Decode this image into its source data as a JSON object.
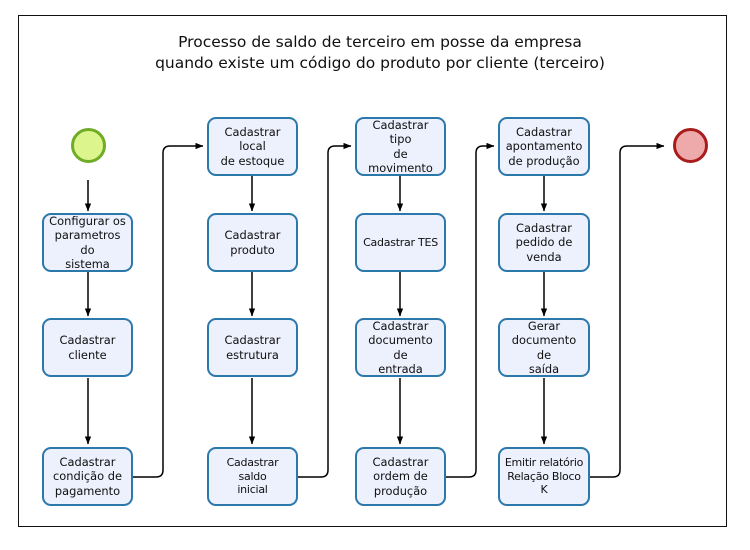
{
  "diagram": {
    "title": "Processo de saldo de terceiro em posse da empresa\nquando existe um código do produto por cliente (terceiro)",
    "type": "flowchart",
    "colors": {
      "node_fill": "#edf0fd",
      "node_border": "#2b78ab",
      "start_fill": "#dcf58c",
      "start_border": "#6fad27",
      "end_fill": "#eeaaaa",
      "end_border": "#a81c1c",
      "edge": "#000000",
      "frame": "#111111"
    },
    "start_node": {
      "label": "",
      "name": "start-event"
    },
    "end_node": {
      "label": "",
      "name": "end-event"
    },
    "columns": [
      {
        "name": "column-1",
        "nodes": [
          {
            "id": "configurar-parametros",
            "label": "Configurar os\nparametros do\nsistema"
          },
          {
            "id": "cadastrar-cliente",
            "label": "Cadastrar\ncliente"
          },
          {
            "id": "cadastrar-condicao-pagamento",
            "label": "Cadastrar\ncondição de\npagamento"
          }
        ]
      },
      {
        "name": "column-2",
        "nodes": [
          {
            "id": "cadastrar-local-estoque",
            "label": "Cadastrar local\nde estoque"
          },
          {
            "id": "cadastrar-produto",
            "label": "Cadastrar\nproduto"
          },
          {
            "id": "cadastrar-estrutura",
            "label": "Cadastrar\nestrutura"
          },
          {
            "id": "cadastrar-saldo-inicial",
            "label": "Cadastrar saldo\ninicial"
          }
        ]
      },
      {
        "name": "column-3",
        "nodes": [
          {
            "id": "cadastrar-tipo-movimento",
            "label": "Cadastrar tipo\nde movimento"
          },
          {
            "id": "cadastrar-tes",
            "label": "Cadastrar TES"
          },
          {
            "id": "cadastrar-documento-entrada",
            "label": "Cadastrar\ndocumento de\nentrada"
          },
          {
            "id": "cadastrar-ordem-producao",
            "label": "Cadastrar\nordem de\nprodução"
          }
        ]
      },
      {
        "name": "column-4",
        "nodes": [
          {
            "id": "cadastrar-apontamento-producao",
            "label": "Cadastrar\napontamento\nde produção"
          },
          {
            "id": "cadastrar-pedido-venda",
            "label": "Cadastrar\npedido de\nvenda"
          },
          {
            "id": "gerar-documento-saida",
            "label": "Gerar\ndocumento de\nsaída"
          },
          {
            "id": "emitir-relatorio-bloco-k",
            "label": "Emitir relatório\nRelação Bloco\nK"
          }
        ]
      }
    ]
  }
}
